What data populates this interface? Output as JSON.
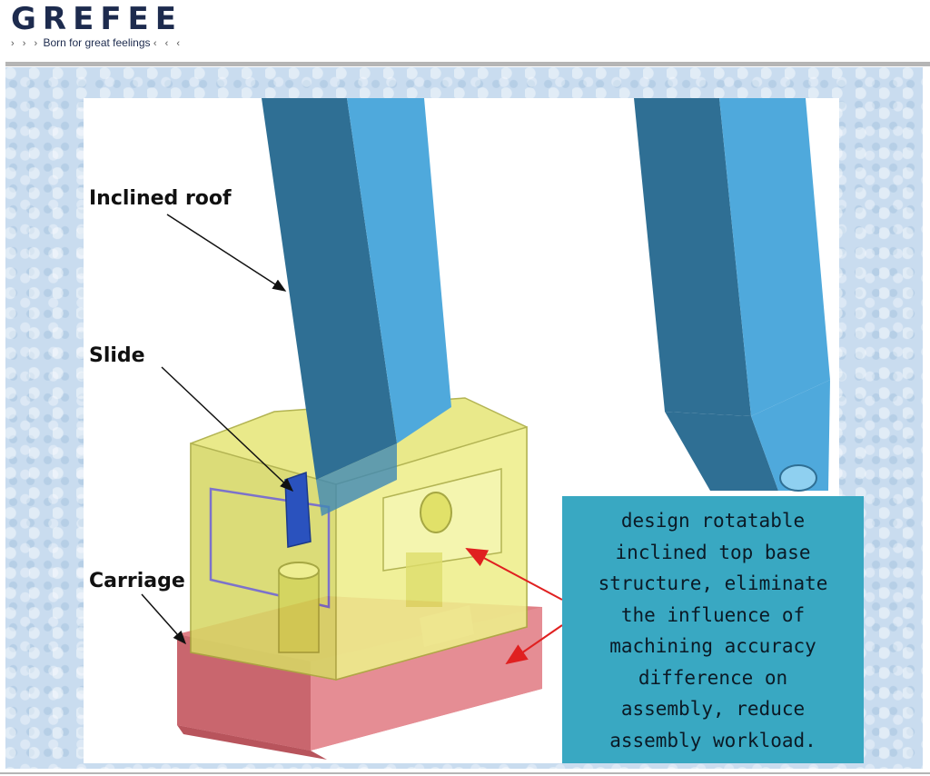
{
  "header": {
    "logo": "GREFEE",
    "tagline_prefix": "› › ›",
    "tagline": "Born for great feelings",
    "tagline_suffix": "‹ ‹ ‹"
  },
  "diagram": {
    "labels": {
      "inclined_roof": "Inclined roof",
      "slide": "Slide",
      "carriage": "Carriage"
    },
    "callout": "design rotatable\ninclined top base\nstructure, eliminate\nthe influence of\nmachining accuracy\ndifference on\nassembly, reduce\nassembly workload.",
    "colors": {
      "roof_light": "#4fa9dc",
      "roof_dark": "#2f6f94",
      "carriage": "#e07f86",
      "housing": "#e2e36a",
      "slide": "#2a52be",
      "callout_bg": "#39a8c2",
      "arrow": "#e02020"
    }
  }
}
